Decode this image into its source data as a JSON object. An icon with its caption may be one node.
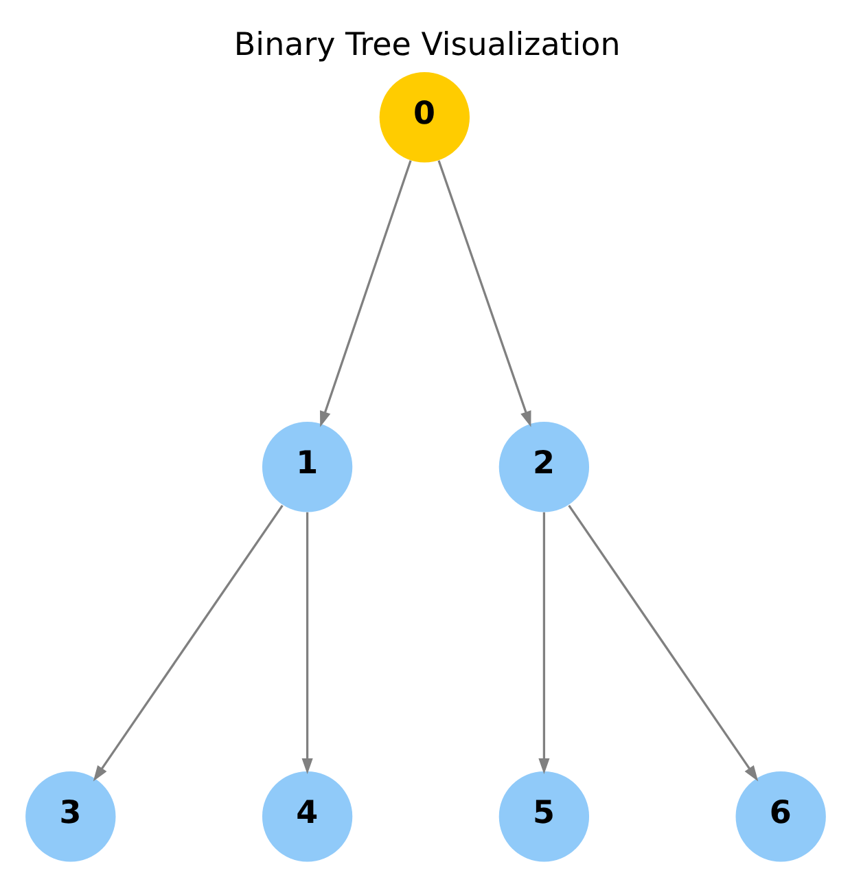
{
  "diagram": {
    "title": "Binary Tree Visualization",
    "nodes": [
      {
        "text": [
          "0"
        ]
      },
      {
        "text": [
          "1"
        ]
      },
      {
        "text": [
          "2"
        ]
      },
      {
        "text": [
          "3"
        ]
      },
      {
        "text": [
          "4"
        ]
      },
      {
        "text": [
          "5"
        ]
      },
      {
        "text": [
          "6"
        ]
      }
    ],
    "edges": [
      {
        "from": 0,
        "to": 1,
        "arrow": "to"
      },
      {
        "from": 0,
        "to": 2,
        "arrow": "to"
      },
      {
        "from": 1,
        "to": 3,
        "arrow": "to"
      },
      {
        "from": 1,
        "to": 4,
        "arrow": "to"
      },
      {
        "from": 2,
        "to": 5,
        "arrow": "to"
      },
      {
        "from": 2,
        "to": 6,
        "arrow": "to"
      }
    ]
  }
}
